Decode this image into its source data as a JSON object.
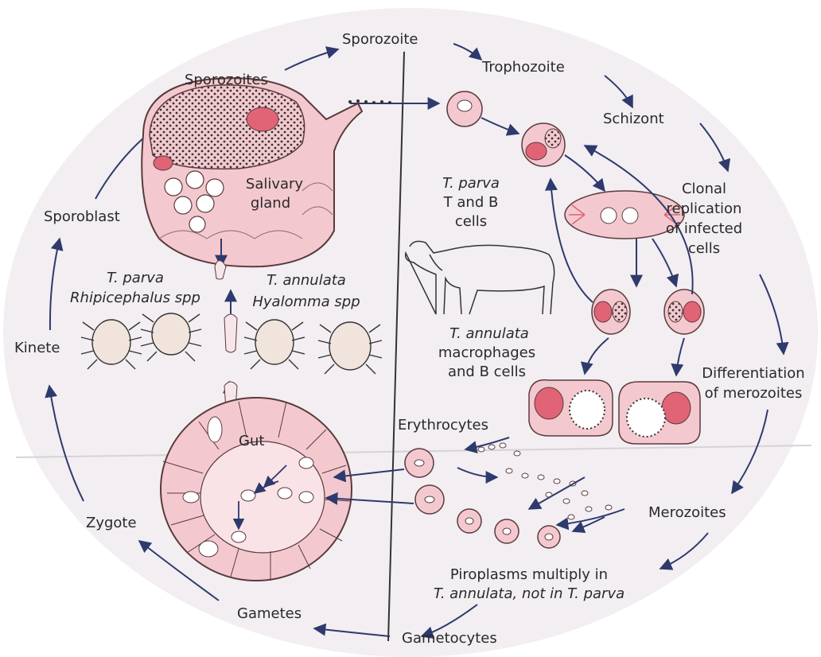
{
  "labels": {
    "sporozoite": "Sporozoite",
    "sporozoites": "Sporozoites",
    "trophozoite": "Trophozoite",
    "schizont": "Schizont",
    "clonal_1": "Clonal",
    "clonal_2": "replication",
    "clonal_3": "of infected",
    "clonal_4": "cells",
    "sporoblast": "Sporoblast",
    "salivary_1": "Salivary",
    "salivary_2": "gland",
    "tparva_cells_1": "T. parva",
    "tparva_cells_2": "T and B",
    "tparva_cells_3": "cells",
    "tparva_tick_1": "T. parva",
    "tparva_tick_2": "Rhipicephalus spp",
    "tannulata_tick_1": "T. annulata",
    "tannulata_tick_2": "Hyalomma spp",
    "tannulata_cells_1": "T. annulata",
    "tannulata_cells_2": "macrophages",
    "tannulata_cells_3": "and B cells",
    "kinete": "Kinete",
    "differentiation_1": "Differentiation",
    "differentiation_2": "of merozoites",
    "erythrocytes": "Erythrocytes",
    "gut": "Gut",
    "merozoites": "Merozoites",
    "zygote": "Zygote",
    "piroplasms_1": "Piroplasms multiply in",
    "piroplasms_2": "T. annulata, not in T. parva",
    "gametes": "Gametes",
    "gametocytes": "Gametocytes"
  },
  "colors": {
    "background": "#f2eef1",
    "pink_fill": "#f3c9cf",
    "nucleus": "#e06476",
    "outline": "#5a3a3e",
    "arrow": "#2e3a6e",
    "text": "#2a2a2a"
  }
}
